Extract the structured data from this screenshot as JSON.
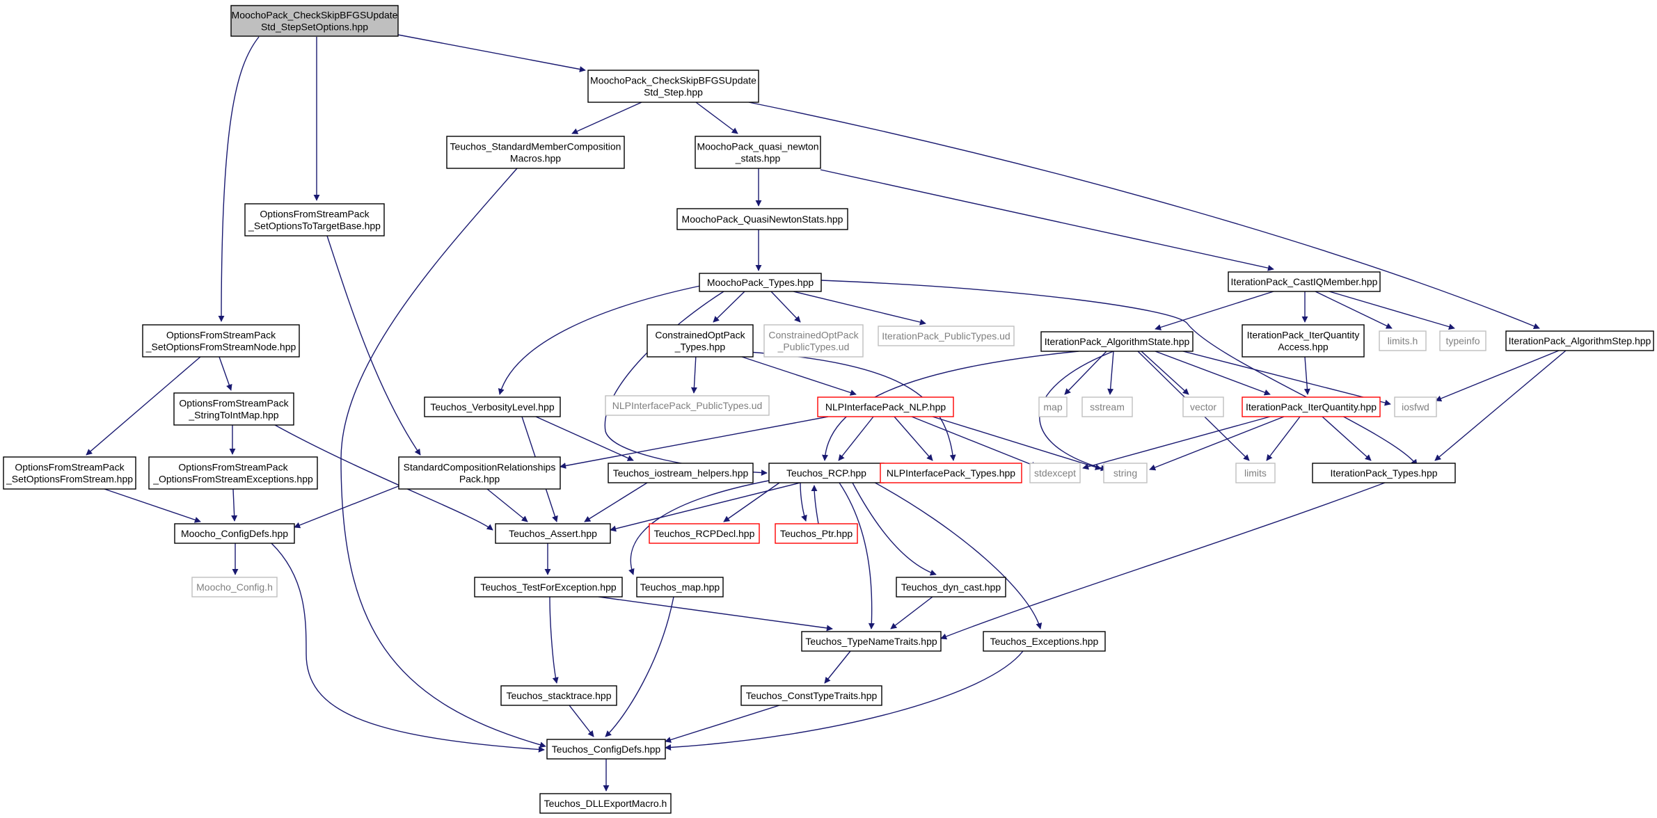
{
  "colors": {
    "edge": "#191970",
    "box_border": "#000000",
    "root_fill": "#bfbfbf",
    "incomplete_border": "#ff0000",
    "external_border": "#bfbfbf"
  },
  "nodes": [
    {
      "id": "n_root",
      "lines": [
        "MoochoPack_CheckSkipBFGSUpdate",
        "Std_StepSetOptions.hpp"
      ],
      "style": "root"
    },
    {
      "id": "n_step",
      "lines": [
        "MoochoPack_CheckSkipBFGSUpdate",
        "Std_Step.hpp"
      ],
      "style": "normal"
    },
    {
      "id": "n_smcm",
      "lines": [
        "Teuchos_StandardMemberComposition",
        "Macros.hpp"
      ],
      "style": "normal"
    },
    {
      "id": "n_qns",
      "lines": [
        "MoochoPack_quasi_newton",
        "_stats.hpp"
      ],
      "style": "normal"
    },
    {
      "id": "n_sotb",
      "lines": [
        "OptionsFromStreamPack",
        "_SetOptionsToTargetBase.hpp"
      ],
      "style": "normal"
    },
    {
      "id": "n_qnstats",
      "lines": [
        "MoochoPack_QuasiNewtonStats.hpp"
      ],
      "style": "normal"
    },
    {
      "id": "n_mtypes",
      "lines": [
        "MoochoPack_Types.hpp"
      ],
      "style": "normal"
    },
    {
      "id": "n_castiq",
      "lines": [
        "IterationPack_CastIQMember.hpp"
      ],
      "style": "normal"
    },
    {
      "id": "n_sofsn",
      "lines": [
        "OptionsFromStreamPack",
        "_SetOptionsFromStreamNode.hpp"
      ],
      "style": "normal"
    },
    {
      "id": "n_cotypes",
      "lines": [
        "ConstrainedOptPack",
        "_Types.hpp"
      ],
      "style": "normal"
    },
    {
      "id": "n_copub",
      "lines": [
        "ConstrainedOptPack",
        "_PublicTypes.ud"
      ],
      "style": "external"
    },
    {
      "id": "n_ippub",
      "lines": [
        "IterationPack_PublicTypes.ud"
      ],
      "style": "external"
    },
    {
      "id": "n_algstate",
      "lines": [
        "IterationPack_AlgorithmState.hpp"
      ],
      "style": "normal"
    },
    {
      "id": "n_iqa",
      "lines": [
        "IterationPack_IterQuantity",
        "Access.hpp"
      ],
      "style": "normal"
    },
    {
      "id": "n_limitsh",
      "lines": [
        "limits.h"
      ],
      "style": "external"
    },
    {
      "id": "n_typeinfo",
      "lines": [
        "typeinfo"
      ],
      "style": "external"
    },
    {
      "id": "n_algstep",
      "lines": [
        "IterationPack_AlgorithmStep.hpp"
      ],
      "style": "normal"
    },
    {
      "id": "n_stim",
      "lines": [
        "OptionsFromStreamPack",
        "_StringToIntMap.hpp"
      ],
      "style": "normal"
    },
    {
      "id": "n_verb",
      "lines": [
        "Teuchos_VerbosityLevel.hpp"
      ],
      "style": "normal"
    },
    {
      "id": "n_nlppub",
      "lines": [
        "NLPInterfacePack_PublicTypes.ud"
      ],
      "style": "external"
    },
    {
      "id": "n_nlp",
      "lines": [
        "NLPInterfacePack_NLP.hpp"
      ],
      "style": "red"
    },
    {
      "id": "n_map",
      "lines": [
        "map"
      ],
      "style": "external"
    },
    {
      "id": "n_sstream",
      "lines": [
        "sstream"
      ],
      "style": "external"
    },
    {
      "id": "n_vector",
      "lines": [
        "vector"
      ],
      "style": "external"
    },
    {
      "id": "n_iq",
      "lines": [
        "IterationPack_IterQuantity.hpp"
      ],
      "style": "red"
    },
    {
      "id": "n_iosfwd",
      "lines": [
        "iosfwd"
      ],
      "style": "external"
    },
    {
      "id": "n_sofs",
      "lines": [
        "OptionsFromStreamPack",
        "_SetOptionsFromStream.hpp"
      ],
      "style": "normal"
    },
    {
      "id": "n_ofse",
      "lines": [
        "OptionsFromStreamPack",
        "_OptionsFromStreamExceptions.hpp"
      ],
      "style": "normal"
    },
    {
      "id": "n_scr",
      "lines": [
        "StandardCompositionRelationships",
        "Pack.hpp"
      ],
      "style": "normal"
    },
    {
      "id": "n_ioh",
      "lines": [
        "Teuchos_iostream_helpers.hpp"
      ],
      "style": "normal"
    },
    {
      "id": "n_rcp",
      "lines": [
        "Teuchos_RCP.hpp"
      ],
      "style": "normal"
    },
    {
      "id": "n_nlptypes",
      "lines": [
        "NLPInterfacePack_Types.hpp"
      ],
      "style": "red"
    },
    {
      "id": "n_stdexcept",
      "lines": [
        "stdexcept"
      ],
      "style": "external"
    },
    {
      "id": "n_string",
      "lines": [
        "string"
      ],
      "style": "external"
    },
    {
      "id": "n_limits",
      "lines": [
        "limits"
      ],
      "style": "external"
    },
    {
      "id": "n_iptypes",
      "lines": [
        "IterationPack_Types.hpp"
      ],
      "style": "normal"
    },
    {
      "id": "n_mcfg",
      "lines": [
        "Moocho_ConfigDefs.hpp"
      ],
      "style": "normal"
    },
    {
      "id": "n_assert",
      "lines": [
        "Teuchos_Assert.hpp"
      ],
      "style": "normal"
    },
    {
      "id": "n_rcpdecl",
      "lines": [
        "Teuchos_RCPDecl.hpp"
      ],
      "style": "red"
    },
    {
      "id": "n_ptr",
      "lines": [
        "Teuchos_Ptr.hpp"
      ],
      "style": "red"
    },
    {
      "id": "n_mconfig",
      "lines": [
        "Moocho_Config.h"
      ],
      "style": "external"
    },
    {
      "id": "n_tfe",
      "lines": [
        "Teuchos_TestForException.hpp"
      ],
      "style": "normal"
    },
    {
      "id": "n_tmap",
      "lines": [
        "Teuchos_map.hpp"
      ],
      "style": "normal"
    },
    {
      "id": "n_dyn",
      "lines": [
        "Teuchos_dyn_cast.hpp"
      ],
      "style": "normal"
    },
    {
      "id": "n_tnt",
      "lines": [
        "Teuchos_TypeNameTraits.hpp"
      ],
      "style": "normal"
    },
    {
      "id": "n_exc",
      "lines": [
        "Teuchos_Exceptions.hpp"
      ],
      "style": "normal"
    },
    {
      "id": "n_stack",
      "lines": [
        "Teuchos_stacktrace.hpp"
      ],
      "style": "normal"
    },
    {
      "id": "n_ctt",
      "lines": [
        "Teuchos_ConstTypeTraits.hpp"
      ],
      "style": "normal"
    },
    {
      "id": "n_tcfg",
      "lines": [
        "Teuchos_ConfigDefs.hpp"
      ],
      "style": "normal"
    },
    {
      "id": "n_dll",
      "lines": [
        "Teuchos_DLLExportMacro.h"
      ],
      "style": "normal"
    }
  ]
}
